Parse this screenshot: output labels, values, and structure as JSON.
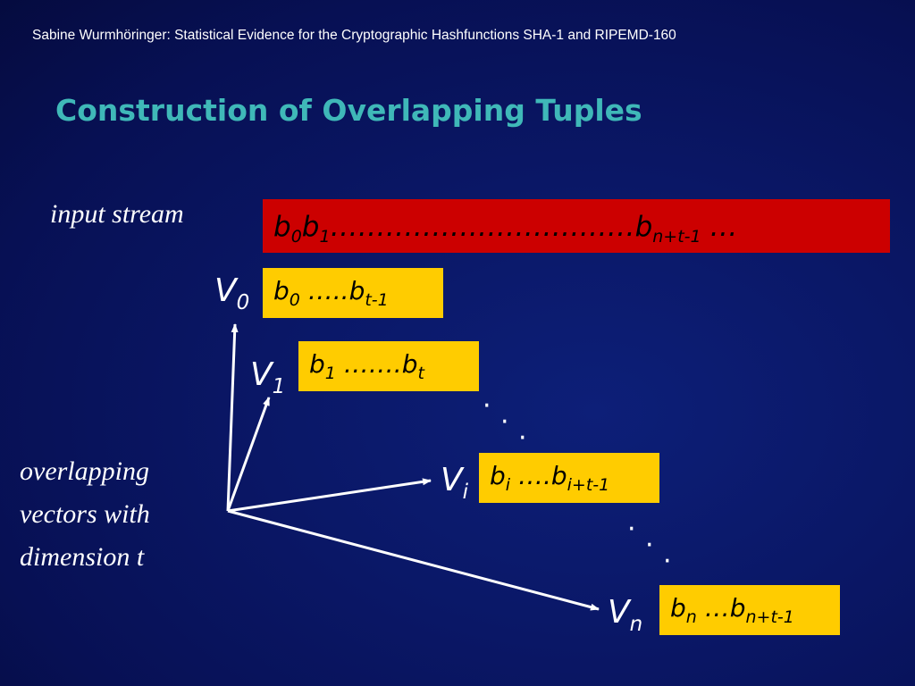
{
  "header": {
    "text": "Sabine Wurmhöringer: Statistical Evidence for the Cryptographic Hashfunctions SHA-1 and RIPEMD-160"
  },
  "title": "Construction of Overlapping Tuples",
  "labels": {
    "input_stream": "input stream",
    "overlapping_lines": [
      "overlapping",
      "vectors with",
      "dimension t"
    ]
  },
  "stream": {
    "b": "b",
    "s0": "0",
    "s1": "1",
    "dots": "……………………………",
    "end_sub": "n+t-1",
    "ellipsis": " …"
  },
  "vectors": [
    {
      "name": "V",
      "sub": "0",
      "b1": "b",
      "s1": "0",
      "dots": " …..",
      "b2": "b",
      "s2": "t-1"
    },
    {
      "name": "V",
      "sub": "1",
      "b1": "b",
      "s1": "1",
      "dots": " …….",
      "b2": "b",
      "s2": "t"
    },
    {
      "name": "V",
      "sub": "i",
      "b1": "b",
      "s1": "i",
      "dots": " ….",
      "b2": "b",
      "s2": "i+t-1"
    },
    {
      "name": "V",
      "sub": "n",
      "b1": "b",
      "s1": "n",
      "dots": " …",
      "b2": "b",
      "s2": "n+t-1"
    }
  ],
  "separator_dots": [
    "·",
    "·",
    "·"
  ],
  "colors": {
    "stream_bar": "#cc0000",
    "vector_box": "#ffcc00",
    "title": "#3fb8b8",
    "arrows": "#ffffff"
  }
}
